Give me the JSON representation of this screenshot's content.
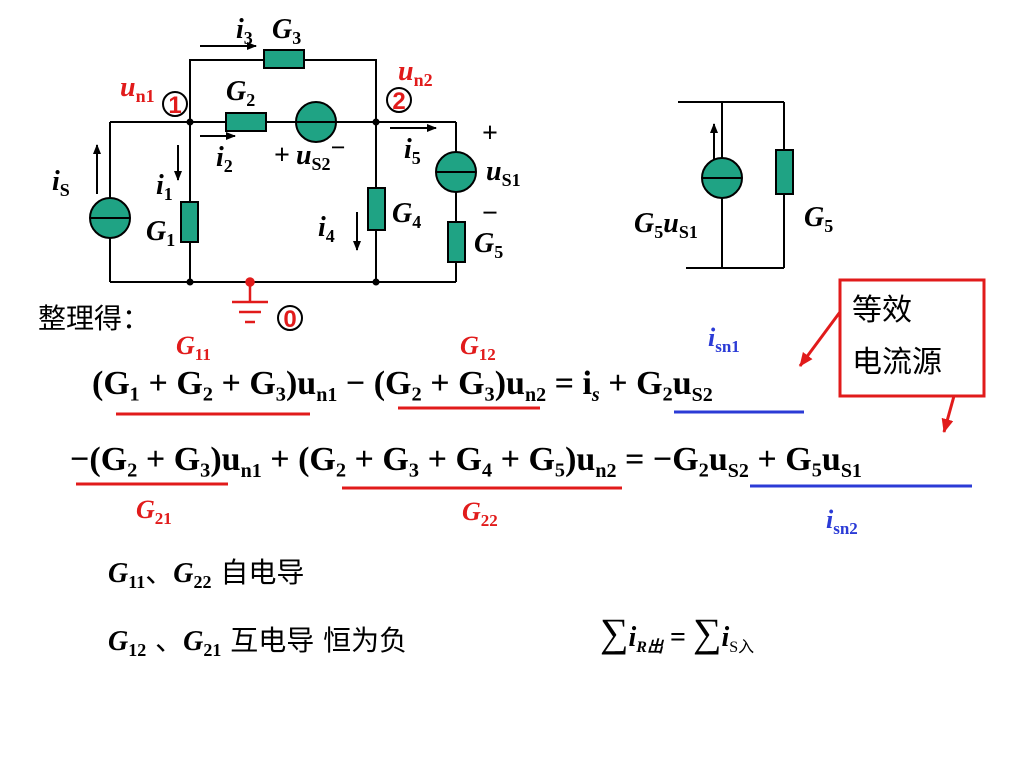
{
  "circuit": {
    "node1": {
      "u": "u",
      "sub": "n1",
      "num": "1"
    },
    "node2": {
      "u": "u",
      "sub": "n2",
      "num": "2"
    },
    "node0": {
      "num": "0"
    },
    "i3": {
      "v": "i",
      "sub": "3"
    },
    "G3": {
      "v": "G",
      "sub": "3"
    },
    "G2": {
      "v": "G",
      "sub": "2"
    },
    "i2": {
      "v": "i",
      "sub": "2"
    },
    "uS2": {
      "plus": "+",
      "v": "u",
      "sub": "S2",
      "minus": "−"
    },
    "i5": {
      "v": "i",
      "sub": "5"
    },
    "uS1": {
      "plus": "+",
      "v": "u",
      "sub": "S1",
      "minus": "−"
    },
    "iS": {
      "v": "i",
      "sub": "S"
    },
    "i1": {
      "v": "i",
      "sub": "1"
    },
    "G1": {
      "v": "G",
      "sub": "1"
    },
    "i4": {
      "v": "i",
      "sub": "4"
    },
    "G4": {
      "v": "G",
      "sub": "4"
    },
    "G5": {
      "v": "G",
      "sub": "5"
    }
  },
  "equiv": {
    "source": {
      "g": "G",
      "gsub": "5",
      "u": "u",
      "usub": "S1"
    },
    "G5": {
      "v": "G",
      "sub": "5"
    },
    "callout_line1": "等效",
    "callout_line2": "电流源"
  },
  "label_sorted": "整理得：",
  "equations": {
    "G11": {
      "v": "G",
      "sub": "11"
    },
    "G12": {
      "v": "G",
      "sub": "12"
    },
    "G21": {
      "v": "G",
      "sub": "21"
    },
    "G22": {
      "v": "G",
      "sub": "22"
    },
    "isn1": {
      "v": "i",
      "sub": "sn1"
    },
    "isn2": {
      "v": "i",
      "sub": "sn2"
    },
    "eq1": {
      "left": "(G₁ + G₂ + G₃)u",
      "leftsub": "n1",
      "mid": " − (G₂ + G₃)u",
      "midsub": "n2",
      "rhs": " = i",
      "rhssub": "s",
      "rhs2": " + G₂u",
      "rhs2sub": "S2"
    },
    "eq2": {
      "left": "−(G₂ + G₃)u",
      "leftsub": "n1",
      "mid": " + (G₂ + G₃ + G₄ + G₅)u",
      "midsub": "n2",
      "rhs": " = −G₂u",
      "rhssub": "S2",
      "rhs2": " + G₅u",
      "rhs2sub": "S1"
    }
  },
  "notes": {
    "self": {
      "a": "G",
      "asub": "11",
      "sep": "、",
      "b": "G",
      "bsub": "22",
      "text": " 自电导"
    },
    "mutual": {
      "a": "G",
      "asub": "12",
      "sep": " 、",
      "b": "G",
      "bsub": "21",
      "text": " 互电导  恒为负"
    },
    "kcl": {
      "sum": "∑",
      "i": "i",
      "isub": "R出",
      "eq": " = ",
      "sum2": "∑",
      "i2": "i",
      "i2sub": "S入"
    }
  },
  "colors": {
    "red": "#e11b1b",
    "blue": "#2b3bd6",
    "element_fill": "#1fa384",
    "black": "#000000"
  }
}
